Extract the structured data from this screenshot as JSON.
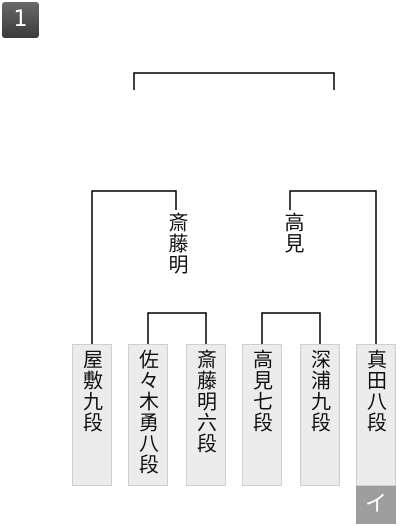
{
  "badge": "1",
  "winners_round2": {
    "left": "斎藤明",
    "right": "高見"
  },
  "players": [
    "屋敷九段",
    "佐々木勇八段",
    "斎藤明六段",
    "高見七段",
    "深浦九段",
    "真田八段"
  ],
  "corner_label": "イ"
}
